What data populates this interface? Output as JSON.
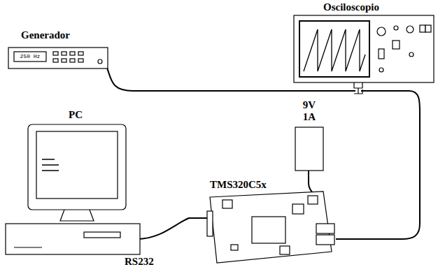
{
  "diagram": {
    "labels": [
      "Generador",
      "250 Hz",
      "Osciloscopio",
      "9V 1A",
      "PC",
      "TMS320C5x",
      "RS232"
    ]
  }
}
